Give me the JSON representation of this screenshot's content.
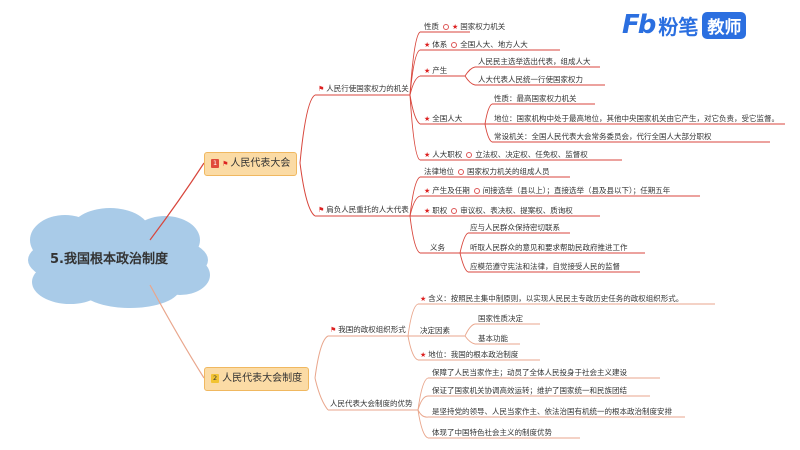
{
  "logo": {
    "mark": "Fb",
    "name": "粉笔",
    "tag": "教师"
  },
  "center": "5.我国根本政治制度",
  "branch1": {
    "badge": "1",
    "title": "人民代表大会"
  },
  "branch2": {
    "badge": "2",
    "title": "人民代表大会制度"
  },
  "b1": {
    "node_a": "人民行使国家权力的机关",
    "xingzhi_label": "性质",
    "xingzhi_value": "国家权力机关",
    "tixi_label": "体系",
    "tixi_value": "全国人大、地方人大",
    "chansheng_label": "产生",
    "chansheng_1": "人民民主选举选出代表，组成人大",
    "chansheng_2": "人大代表人民统一行使国家权力",
    "quanguo_label": "全国人大",
    "quanguo_xingzhi": "性质：最高国家权力机关",
    "quanguo_diwei": "地位：国家机构中处于最高地位，其他中央国家机关由它产生，对它负责，受它监督。",
    "quanguo_changshe": "常设机关：全国人民代表大会常务委员会，代行全国人大部分职权",
    "renda_zhiquan_label": "人大职权",
    "renda_zhiquan_value": "立法权、决定权、任免权、监督权",
    "node_b": "肩负人民重托的人大代表",
    "falv_label": "法律地位",
    "falv_value": "国家权力机关的组成人员",
    "chansheng_renqi_label": "产生及任期",
    "chansheng_renqi_value": "间接选举（县以上）；直接选举（县及县以下）；任期五年",
    "zhiquan_label": "职权",
    "zhiquan_value": "审议权、表决权、提案权、质询权",
    "yiwu_label": "义务",
    "yiwu_1": "应与人民群众保持密切联系",
    "yiwu_2": "听取人民群众的意见和要求帮助民政府推进工作",
    "yiwu_3": "应模范遵守宪法和法律，自觉接受人民的监督"
  },
  "b2": {
    "node_a": "我国的政权组织形式",
    "hanyi": "含义：按照民主集中制原则，以实现人民民主专政历史任务的政权组织形式。",
    "jueding_label": "决定因素",
    "jueding_1": "国家性质决定",
    "jueding_2": "基本功能",
    "diwei": "地位：我国的根本政治制度",
    "node_b": "人民代表大会制度的优势",
    "youshi_1": "保障了人民当家作主；动员了全体人民投身于社会主义建设",
    "youshi_2": "保证了国家机关协调高效运转；维护了国家统一和民族团结",
    "youshi_3": "是坚持党的领导、人民当家作主、依法治国有机统一的根本政治制度安排",
    "youshi_4": "体现了中国特色社会主义的制度优势"
  },
  "colors": {
    "line": "#d8463c",
    "line_light": "#e9a68c",
    "cloud": "#a9cbe8",
    "branch_fill": "#fbdba5",
    "accent": "#2b6fe0"
  }
}
